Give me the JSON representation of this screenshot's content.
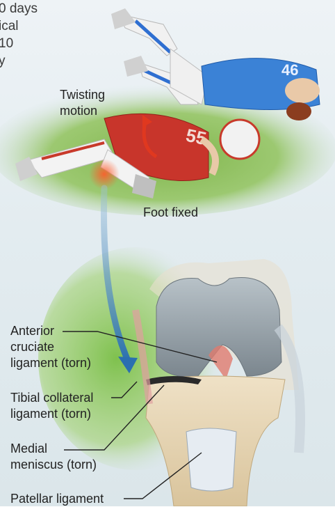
{
  "clipped_text": {
    "line1": "0 days",
    "line2": "ical",
    "line3": "10",
    "line4": "y"
  },
  "illustration": {
    "labels": {
      "twisting_motion": "Twisting\nmotion",
      "foot_fixed": "Foot fixed",
      "acl": "Anterior\ncruciate\nligament (torn)",
      "tibial_collateral": "Tibial collateral\nligament (torn)",
      "medial_meniscus": "Medial\nmeniscus (torn)",
      "patellar": "Patellar ligament"
    },
    "jersey_numbers": {
      "blue": "46",
      "red": "55"
    }
  }
}
